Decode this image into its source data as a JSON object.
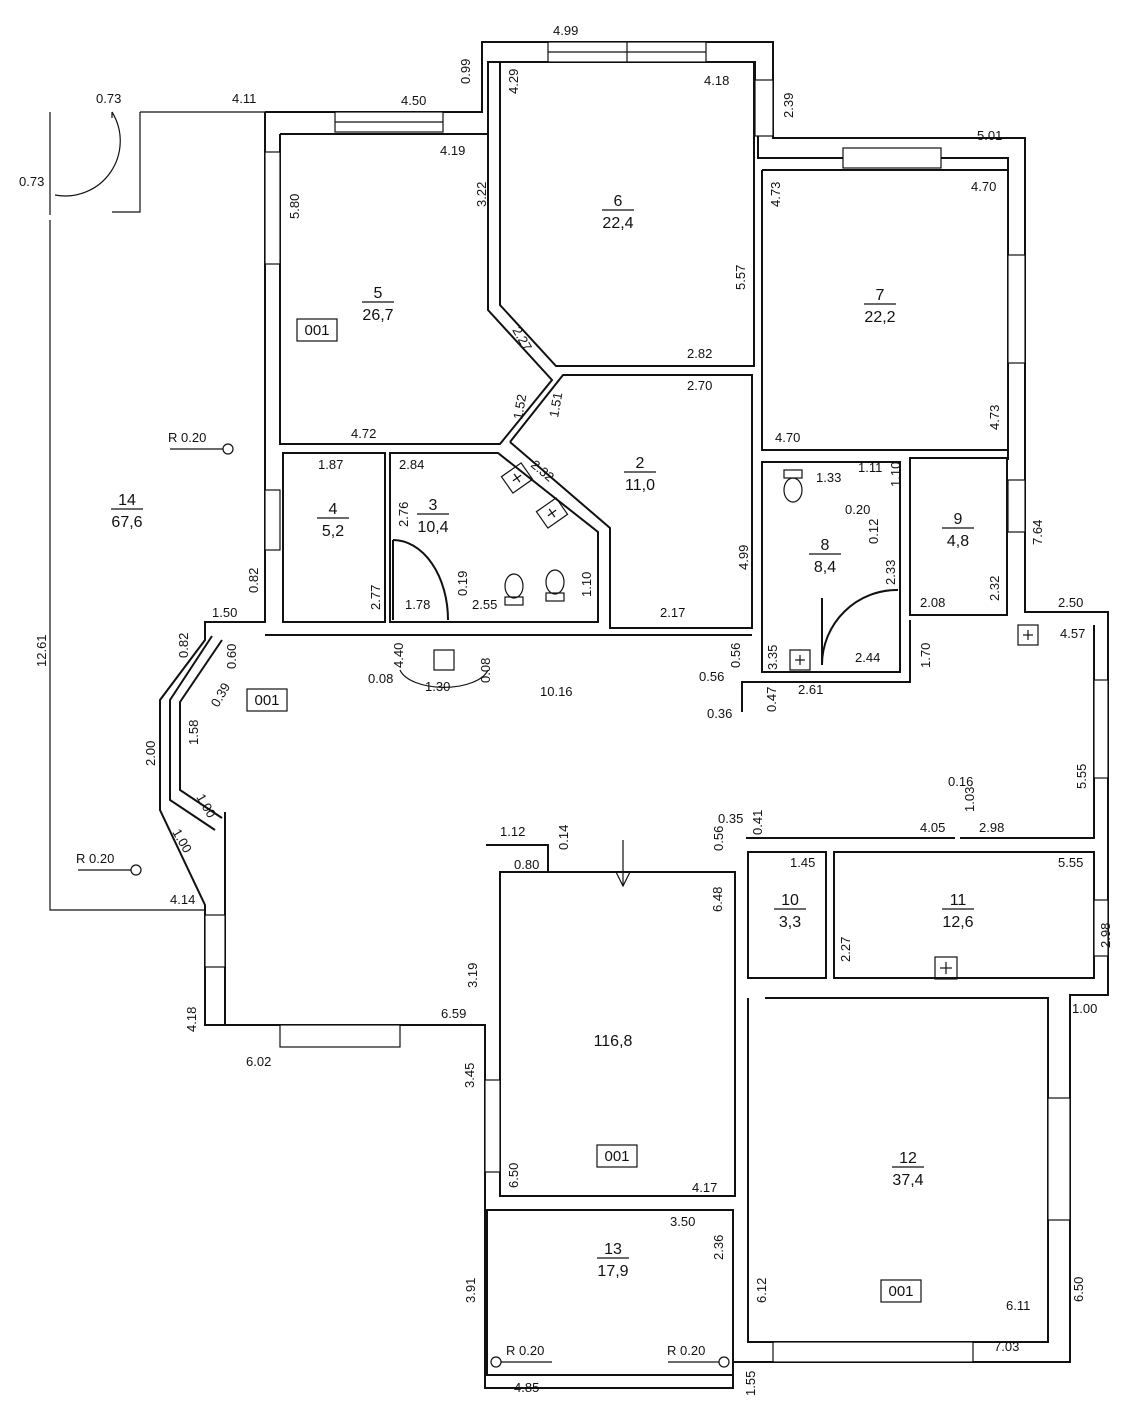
{
  "rooms": [
    {
      "num": "2",
      "area": "11,0"
    },
    {
      "num": "3",
      "area": "10,4"
    },
    {
      "num": "4",
      "area": "5,2"
    },
    {
      "num": "5",
      "area": "26,7"
    },
    {
      "num": "6",
      "area": "22,4"
    },
    {
      "num": "7",
      "area": "22,2"
    },
    {
      "num": "8",
      "area": "8,4"
    },
    {
      "num": "9",
      "area": "4,8"
    },
    {
      "num": "10",
      "area": "3,3"
    },
    {
      "num": "11",
      "area": "12,6"
    },
    {
      "num": "12",
      "area": "37,4"
    },
    {
      "num": "13",
      "area": "17,9"
    },
    {
      "num": "14",
      "area": "67,6"
    }
  ],
  "hall_area": "116,8",
  "tag_label": "001",
  "radius_label": "R 0.20",
  "dimensions": [
    "4.99",
    "0.99",
    "4.29",
    "4.18",
    "2.39",
    "5.01",
    "4.73",
    "4.70",
    "5.57",
    "2.82",
    "2.70",
    "4.73",
    "4.70",
    "0.73",
    "4.11",
    "4.50",
    "0.73",
    "4.19",
    "5.80",
    "3.22",
    "2.27",
    "4.72",
    "1.52",
    "1.51",
    "1.87",
    "2.84",
    "2.32",
    "2.76",
    "2.77",
    "1.78",
    "0.19",
    "2.55",
    "1.10",
    "4.99",
    "2.17",
    "1.33",
    "1.11",
    "1.10",
    "0.20",
    "0.12",
    "2.33",
    "2.08",
    "2.32",
    "7.64",
    "3.35",
    "2.44",
    "1.70",
    "2.50",
    "4.57",
    "0.82",
    "1.50",
    "0.82",
    "0.60",
    "0.39",
    "4.40",
    "0.08",
    "1.30",
    "0.08",
    "10.16",
    "0.56",
    "0.56",
    "0.36",
    "0.47",
    "2.61",
    "2.00",
    "1.58",
    "1.00",
    "1.00",
    "12.61",
    "0.16",
    "1.03",
    "4.05",
    "2.98",
    "5.55",
    "0.35",
    "0.41",
    "1.12",
    "0.14",
    "0.80",
    "0.56",
    "6.48",
    "1.45",
    "5.55",
    "2.27",
    "2.98",
    "4.14",
    "3.19",
    "4.18",
    "6.59",
    "6.02",
    "1.00",
    "3.45",
    "6.50",
    "4.17",
    "3.50",
    "2.36",
    "3.91",
    "4.85",
    "1.55",
    "6.12",
    "6.11",
    "6.50",
    "7.03"
  ]
}
